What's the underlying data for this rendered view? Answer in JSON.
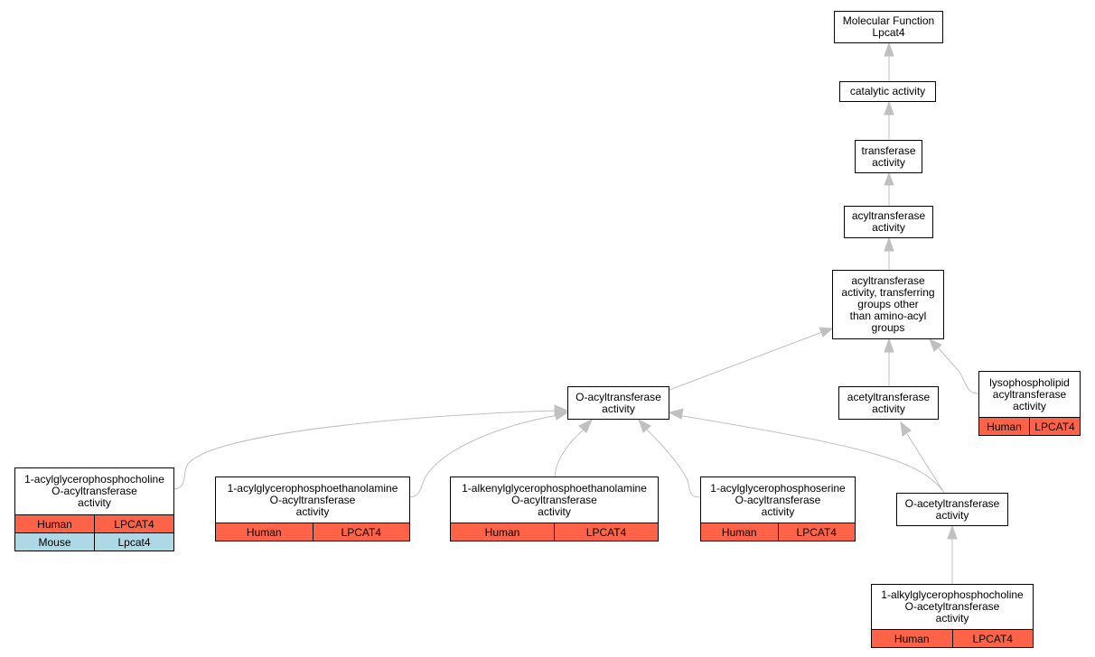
{
  "colors": {
    "human": "#ff6347",
    "mouse": "#add8e6",
    "edge": "#c0c0c0"
  },
  "nodes": {
    "mf": {
      "lines": [
        "Molecular Function",
        "Lpcat4"
      ]
    },
    "catalytic": {
      "lines": [
        "catalytic activity"
      ]
    },
    "transferase": {
      "lines": [
        "transferase",
        "activity"
      ]
    },
    "acyltransferase": {
      "lines": [
        "acyltransferase",
        "activity"
      ]
    },
    "acyl_non_amino": {
      "lines": [
        "acyltransferase",
        "activity, transferring",
        "groups other",
        "than amino-acyl",
        "groups"
      ]
    },
    "o_acyl": {
      "lines": [
        "O-acyltransferase",
        "activity"
      ]
    },
    "acetyltransferase": {
      "lines": [
        "acetyltransferase",
        "activity"
      ]
    },
    "lysophospholipid": {
      "lines": [
        "lysophospholipid",
        "acyltransferase",
        "activity"
      ],
      "rows": [
        {
          "species": "Human",
          "gene": "LPCAT4",
          "color": "human"
        }
      ]
    },
    "acylglycerophosphocholine": {
      "lines": [
        "1-acylglycerophosphocholine",
        "O-acyltransferase",
        "activity"
      ],
      "rows": [
        {
          "species": "Human",
          "gene": "LPCAT4",
          "color": "human"
        },
        {
          "species": "Mouse",
          "gene": "Lpcat4",
          "color": "mouse"
        }
      ]
    },
    "acylglycerophosphoethanolamine": {
      "lines": [
        "1-acylglycerophosphoethanolamine",
        "O-acyltransferase",
        "activity"
      ],
      "rows": [
        {
          "species": "Human",
          "gene": "LPCAT4",
          "color": "human"
        }
      ]
    },
    "alkenylglycerophosphoethanolamine": {
      "lines": [
        "1-alkenylglycerophosphoethanolamine",
        "O-acyltransferase",
        "activity"
      ],
      "rows": [
        {
          "species": "Human",
          "gene": "LPCAT4",
          "color": "human"
        }
      ]
    },
    "acylglycerophosphoserine": {
      "lines": [
        "1-acylglycerophosphoserine",
        "O-acyltransferase",
        "activity"
      ],
      "rows": [
        {
          "species": "Human",
          "gene": "LPCAT4",
          "color": "human"
        }
      ]
    },
    "o_acetyl": {
      "lines": [
        "O-acetyltransferase",
        "activity"
      ]
    },
    "alkylglycerophosphocholine": {
      "lines": [
        "1-alkylglycerophosphocholine",
        "O-acetyltransferase",
        "activity"
      ],
      "rows": [
        {
          "species": "Human",
          "gene": "LPCAT4",
          "color": "human"
        }
      ]
    }
  }
}
